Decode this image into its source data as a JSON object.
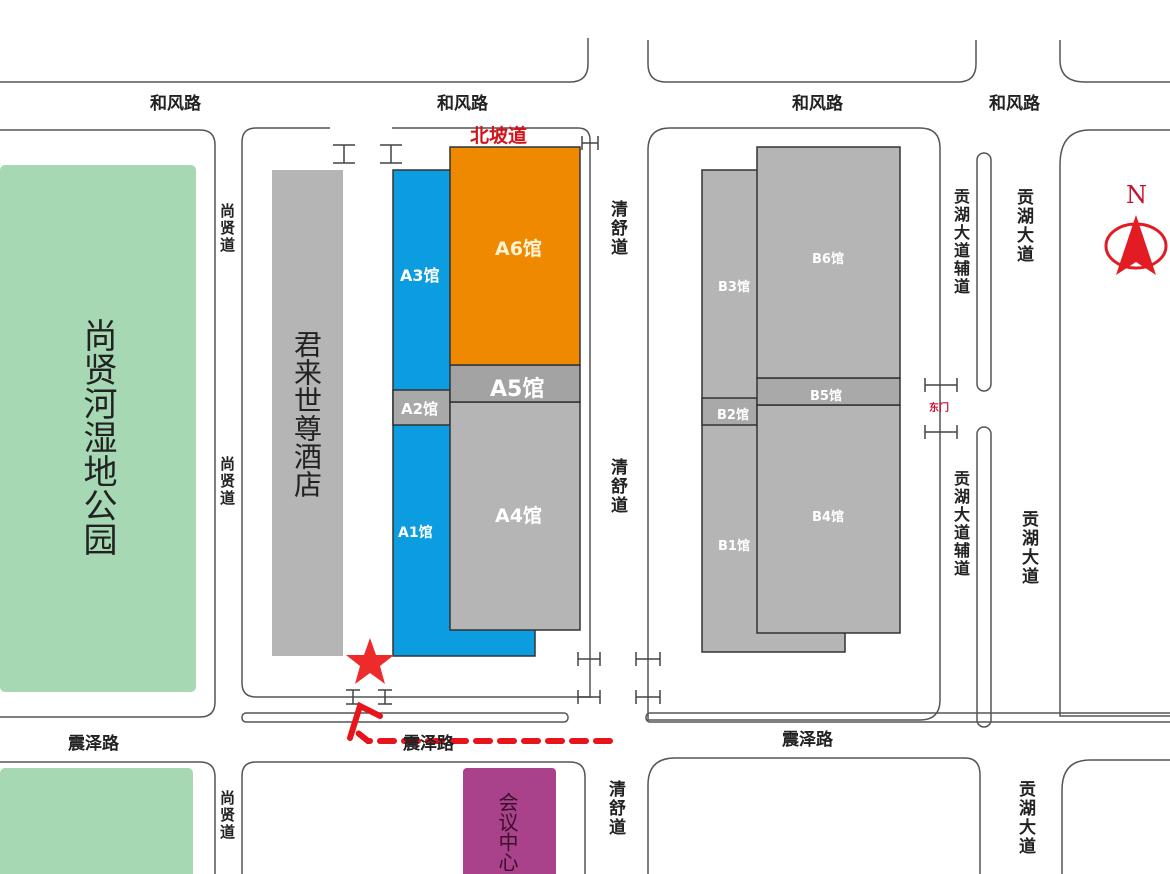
{
  "roads": {
    "hefeng": "和风路",
    "zhenze": "震泽路",
    "shangxian": "尚贤道",
    "qingshu": "清舒道",
    "gonghu": "贡湖大道",
    "gonghu_aux": "贡湖大道辅道",
    "north_ramp": "北坡道"
  },
  "places": {
    "park": "尚贤河湿地公园",
    "hotel": "君来世尊酒店",
    "conference": "会议中心",
    "east_gate": "东门"
  },
  "halls": {
    "a1": "A1馆",
    "a2": "A2馆",
    "a3": "A3馆",
    "a4": "A4馆",
    "a5": "A5馆",
    "a6": "A6馆",
    "b1": "B1馆",
    "b2": "B2馆",
    "b3": "B3馆",
    "b4": "B4馆",
    "b5": "B5馆",
    "b6": "B6馆"
  },
  "compass": {
    "label": "N",
    "icon": "north-arrow-icon"
  },
  "colors": {
    "park": "#a6d9b3",
    "hall_a_blue": "#0b9de0",
    "hall_a6_orange": "#ef8a00",
    "hall_gray": "#b5b5b5",
    "hotel": "#b5b5b5",
    "conference": "#a9428a",
    "route": "#e8141b"
  },
  "marker": {
    "icon": "star-icon"
  }
}
